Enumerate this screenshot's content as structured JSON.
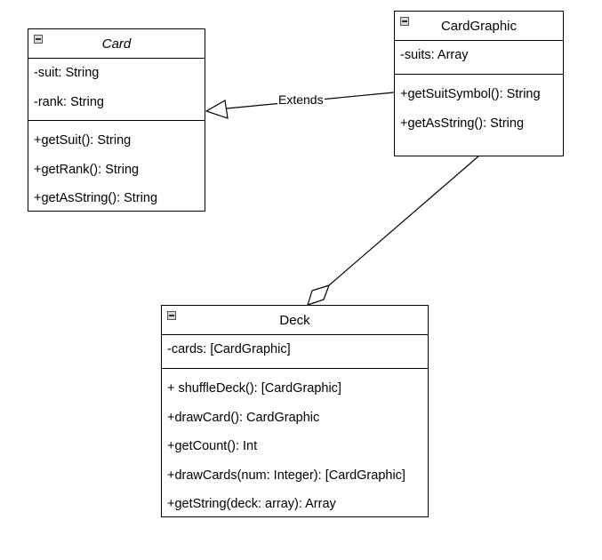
{
  "classes": {
    "card": {
      "name": "Card",
      "attributes": [
        "-suit: String",
        "-rank: String"
      ],
      "methods": [
        "+getSuit(): String",
        "+getRank(): String",
        "+getAsString(): String"
      ]
    },
    "card_graphic": {
      "name": "CardGraphic",
      "attributes": [
        "-suits: Array"
      ],
      "methods": [
        "+getSuitSymbol(): String",
        "+getAsString(): String"
      ]
    },
    "deck": {
      "name": "Deck",
      "attributes": [
        "-cards: [CardGraphic]"
      ],
      "methods": [
        "+ shuffleDeck(): [CardGraphic]",
        "+drawCard(): CardGraphic",
        "+getCount(): Int",
        "+drawCards(num: Integer): [CardGraphic]",
        "+getString(deck: array): Array"
      ]
    }
  },
  "relations": {
    "inheritance": {
      "label": "Extends",
      "from": "CardGraphic",
      "to": "Card"
    },
    "aggregation": {
      "whole": "Deck",
      "part": "CardGraphic"
    }
  }
}
